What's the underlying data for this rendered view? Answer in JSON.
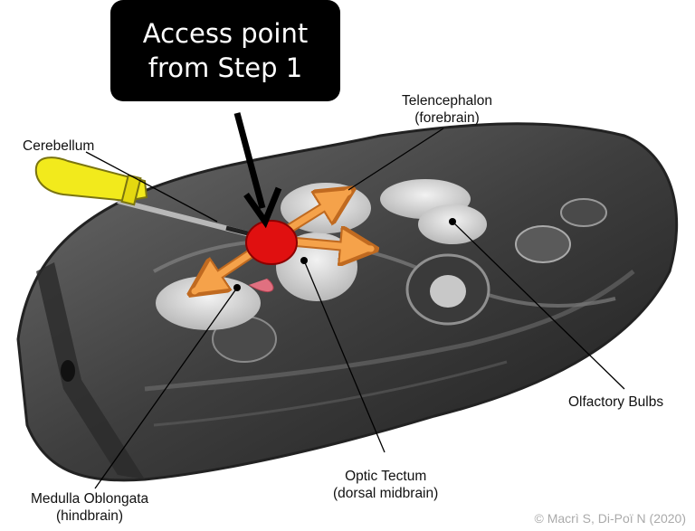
{
  "callout": {
    "line1": "Access point",
    "line2": "from Step 1"
  },
  "labels": {
    "cerebellum": "Cerebellum",
    "telencephalon": "Telencephalon",
    "telencephalon_sub": "(forebrain)",
    "olfactory": "Olfactory Bulbs",
    "optic": "Optic Tectum",
    "optic_sub": "(dorsal midbrain)",
    "medulla": "Medulla Oblongata",
    "medulla_sub": "(hindbrain)"
  },
  "copyright": "© Macrì S, Di-Poï N (2020)",
  "colors": {
    "access_point": "#e01010",
    "screwdriver": "#f2ea1c",
    "arrows": "#f5a24a",
    "callout_bg": "#000000"
  }
}
